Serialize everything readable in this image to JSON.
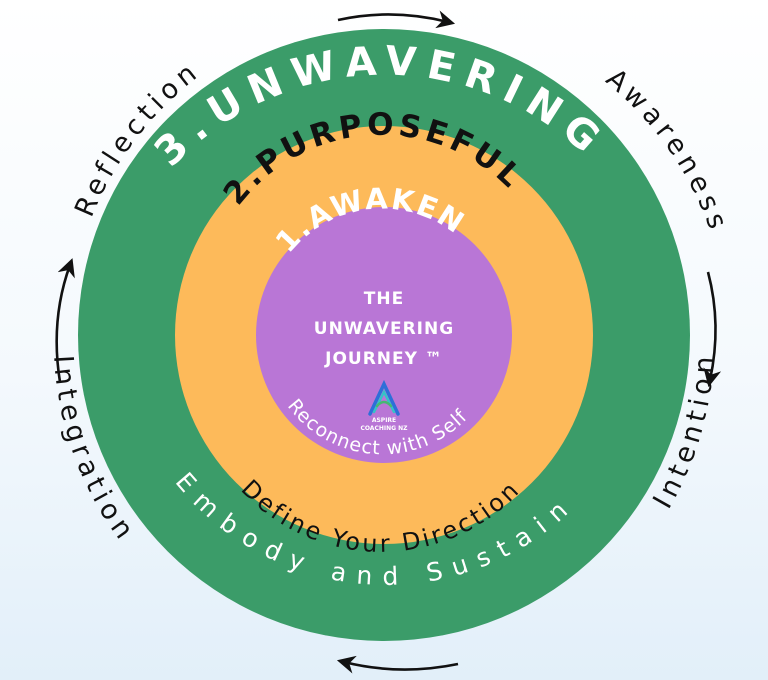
{
  "outer_words": {
    "reflection": "Reflection",
    "awareness": "Awareness",
    "intention": "Intention",
    "integration": "Integration"
  },
  "rings": {
    "green": {
      "title": "3.UNWAVERING",
      "subtitle": "Embody and Sustain",
      "color": "#3b9c69"
    },
    "orange": {
      "title": "2.PURPOSEFUL",
      "subtitle": "Define Your Direction",
      "color": "#fdba5a"
    },
    "purple": {
      "title": "1.AWAKEN",
      "subtitle": "Reconnect with Self",
      "color": "#b976d6"
    }
  },
  "center": {
    "line1": "THE",
    "line2": "UNWAVERING",
    "line3": "JOURNEY ™"
  },
  "logo": {
    "line1": "ASPIRE",
    "line2": "COACHING NZ",
    "colors": [
      "#2d6fd8",
      "#35c3c7",
      "#46b873"
    ]
  },
  "icons": [
    "arrow-top",
    "arrow-right",
    "arrow-bottom",
    "arrow-left"
  ]
}
